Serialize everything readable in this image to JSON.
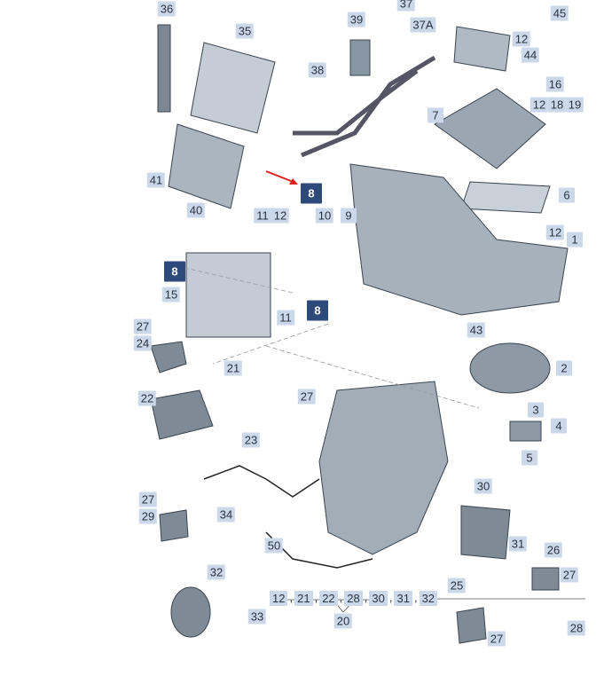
{
  "callouts": {
    "c36": "36",
    "c35": "35",
    "c39": "39",
    "c37": "37",
    "c37a": "37A",
    "c12a": "12",
    "c45": "45",
    "c44": "44",
    "c38": "38",
    "c16": "16",
    "c12b": "12",
    "c18": "18",
    "c19": "19",
    "c7": "7",
    "c41": "41",
    "c6": "6",
    "c8a": "8",
    "c40": "40",
    "c11a": "11",
    "c12c": "12",
    "c10": "10",
    "c9": "9",
    "c12d": "12",
    "c1": "1",
    "c8b": "8",
    "c15": "15",
    "c11b": "11",
    "c8c": "8",
    "c27a": "27",
    "c43": "43",
    "c24": "24",
    "c2": "2",
    "c21": "21",
    "c22": "22",
    "c27b": "27",
    "c3": "3",
    "c4": "4",
    "c23": "23",
    "c5": "5",
    "c30": "30",
    "c27c": "27",
    "c29": "29",
    "c34": "34",
    "c50": "50",
    "c31": "31",
    "c26": "26",
    "c32": "32",
    "c27d": "27",
    "c25": "25",
    "c20": "20",
    "c33": "33",
    "c28": "28",
    "c27e": "27"
  },
  "sequence": [
    "12",
    "21",
    "22",
    "28",
    "30",
    "31",
    "32"
  ],
  "colors": {
    "label_bg": "#cbd8ea",
    "highlight_bg": "#2e4a7a",
    "arrow": "#e02020",
    "part": "#8a98a6"
  }
}
